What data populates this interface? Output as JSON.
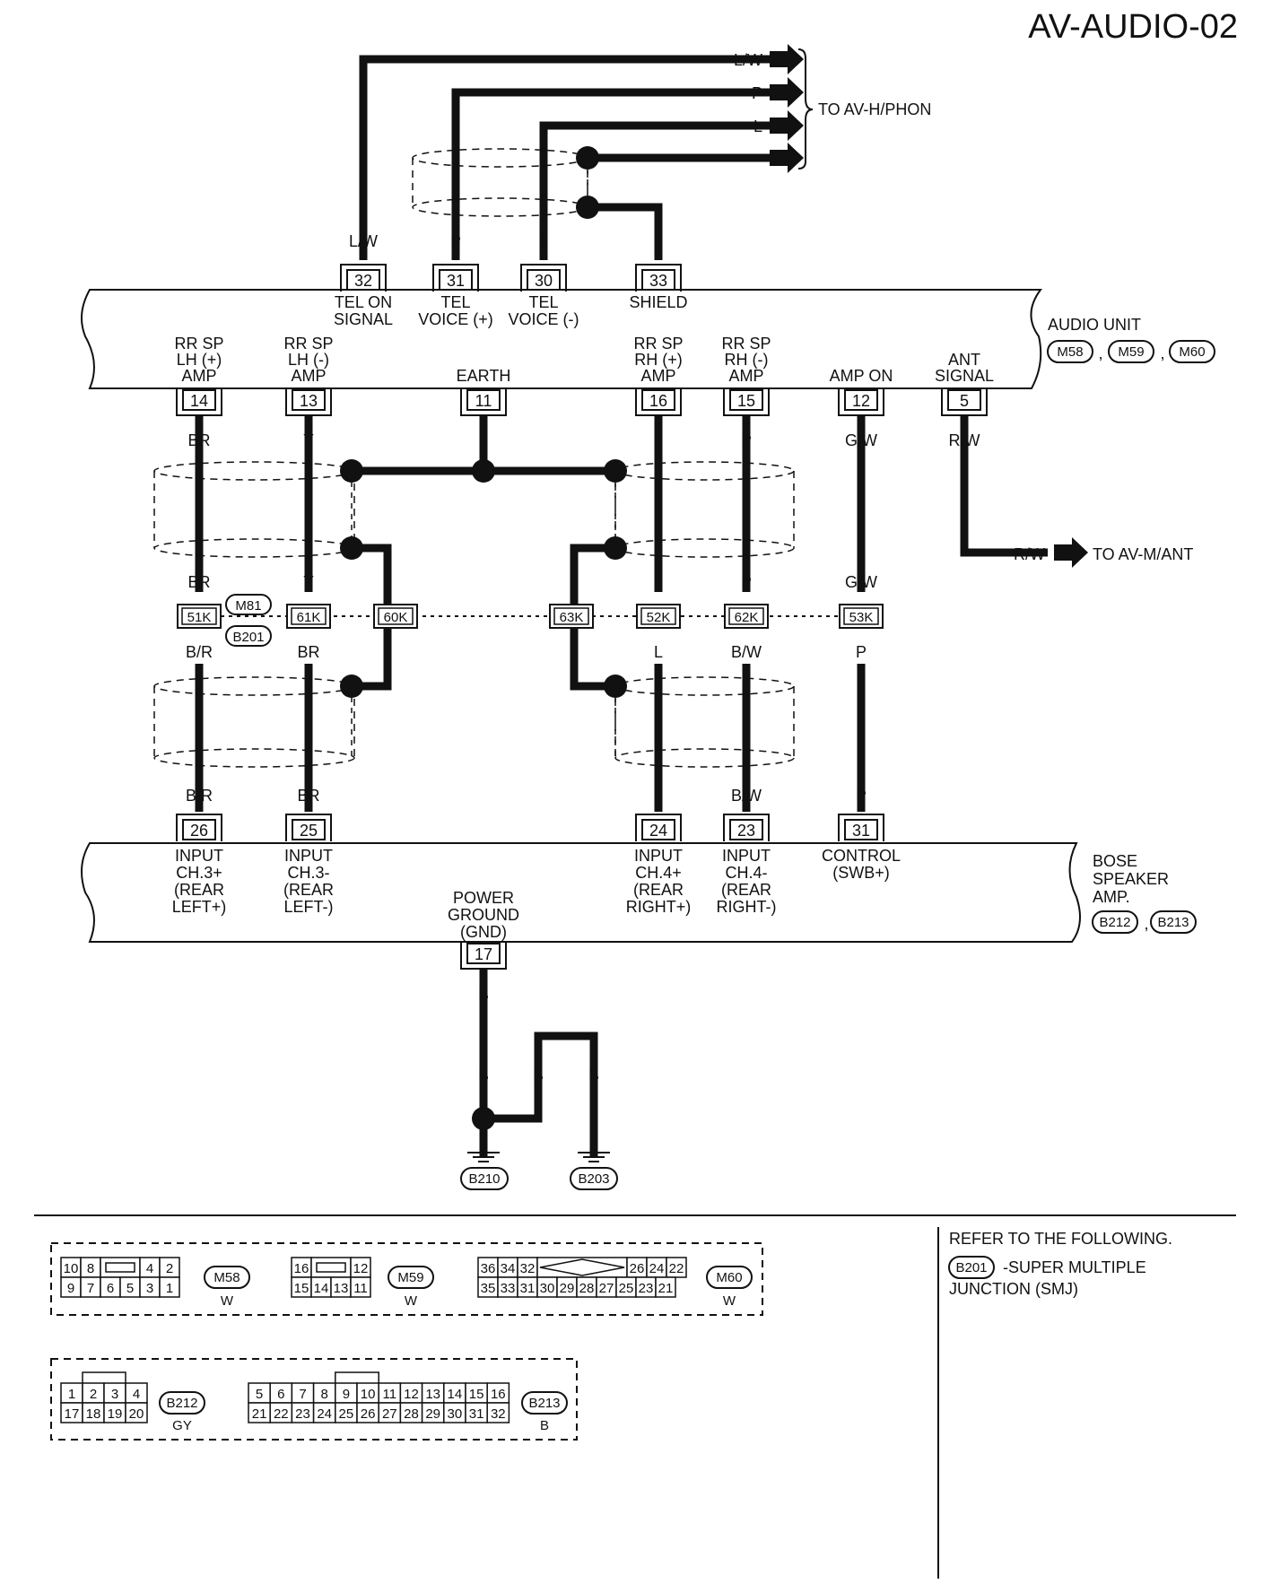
{
  "page_title": "AV-AUDIO-02",
  "to_labels": {
    "phone": "TO AV-H/PHON",
    "ant": "TO AV-M/ANT"
  },
  "phone_wires": [
    "L/W",
    "P",
    "L"
  ],
  "audio_unit": {
    "name": "AUDIO UNIT",
    "connectors": [
      "M58",
      "M59",
      "M60"
    ],
    "top_pins": [
      {
        "pin": "32",
        "color": "L/W",
        "label": [
          "TEL ON",
          "SIGNAL"
        ]
      },
      {
        "pin": "31",
        "color": "P",
        "label": [
          "TEL",
          "VOICE (+)"
        ]
      },
      {
        "pin": "30",
        "color": "L",
        "label": [
          "TEL",
          "VOICE (-)"
        ]
      },
      {
        "pin": "33",
        "color": "",
        "label": [
          "SHIELD"
        ]
      }
    ],
    "bottom_pins": [
      {
        "pin": "14",
        "label": [
          "RR SP",
          "LH (+)",
          "AMP"
        ]
      },
      {
        "pin": "13",
        "label": [
          "RR SP",
          "LH (-)",
          "AMP"
        ]
      },
      {
        "pin": "11",
        "label": [
          "EARTH"
        ]
      },
      {
        "pin": "16",
        "label": [
          "RR SP",
          "RH (+)",
          "AMP"
        ]
      },
      {
        "pin": "15",
        "label": [
          "RR SP",
          "RH (-)",
          "AMP"
        ]
      },
      {
        "pin": "12",
        "label": [
          "AMP ON"
        ]
      },
      {
        "pin": "5",
        "label": [
          "ANT",
          "SIGNAL"
        ]
      }
    ]
  },
  "upper_wire_colors": [
    "BR",
    "Y",
    "L",
    "P",
    "G/W",
    "R/W"
  ],
  "mid_upper_colors": [
    "BR",
    "Y",
    "L",
    "P",
    "G/W"
  ],
  "smj": {
    "terminals": [
      "51K",
      "61K",
      "60K",
      "63K",
      "52K",
      "62K",
      "53K"
    ],
    "connectors": [
      "M81",
      "B201"
    ]
  },
  "mid_lower_colors": [
    "B/R",
    "BR",
    "L",
    "B/W",
    "P"
  ],
  "lower_wire_colors": [
    "B/R",
    "BR",
    "L",
    "B/W",
    "P"
  ],
  "ant_wire": "R/W",
  "bose_amp": {
    "name": [
      "BOSE",
      "SPEAKER",
      "AMP."
    ],
    "connectors": [
      "B212",
      "B213"
    ],
    "pins": [
      {
        "pin": "26",
        "label": [
          "INPUT",
          "CH.3+",
          "(REAR",
          "LEFT+)"
        ]
      },
      {
        "pin": "25",
        "label": [
          "INPUT",
          "CH.3-",
          "(REAR",
          "LEFT-)"
        ]
      },
      {
        "pin": "24",
        "label": [
          "INPUT",
          "CH.4+",
          "(REAR",
          "RIGHT+)"
        ]
      },
      {
        "pin": "23",
        "label": [
          "INPUT",
          "CH.4-",
          "(REAR",
          "RIGHT-)"
        ]
      },
      {
        "pin": "31",
        "label": [
          "CONTROL",
          "(SWB+)"
        ]
      }
    ],
    "ground_pin": {
      "pin": "17",
      "label": [
        "POWER",
        "GROUND",
        "(GND)"
      ]
    }
  },
  "ground_wire_colors": [
    "B",
    "B",
    "B",
    "B"
  ],
  "grounds": [
    "B210",
    "B203"
  ],
  "reference": {
    "heading": "REFER TO THE FOLLOWING.",
    "code": "B201",
    "text1": "-SUPER MULTIPLE",
    "text2": "JUNCTION (SMJ)"
  },
  "connector_views": {
    "m58": {
      "id": "M58",
      "color": "W",
      "top": [
        "10",
        "8",
        "",
        "4",
        "2"
      ],
      "bottom": [
        "9",
        "7",
        "6",
        "5",
        "3",
        "1"
      ]
    },
    "m59": {
      "id": "M59",
      "color": "W",
      "top": [
        "16",
        "",
        "12"
      ],
      "bottom": [
        "15",
        "14",
        "13",
        "11"
      ]
    },
    "m60": {
      "id": "M60",
      "color": "W",
      "top": [
        "36",
        "34",
        "32",
        "",
        "26",
        "24",
        "22"
      ],
      "bottom": [
        "35",
        "33",
        "31",
        "30",
        "29",
        "28",
        "27",
        "25",
        "23",
        "21"
      ]
    },
    "b212": {
      "id": "B212",
      "color": "GY",
      "top": [
        "1",
        "2",
        "3",
        "4"
      ],
      "bottom": [
        "17",
        "18",
        "19",
        "20"
      ]
    },
    "b213": {
      "id": "B213",
      "color": "B",
      "top": [
        "5",
        "6",
        "7",
        "8",
        "9",
        "10",
        "11",
        "12",
        "13",
        "14",
        "15",
        "16"
      ],
      "bottom": [
        "21",
        "22",
        "23",
        "24",
        "25",
        "26",
        "27",
        "28",
        "29",
        "30",
        "31",
        "32"
      ]
    }
  }
}
